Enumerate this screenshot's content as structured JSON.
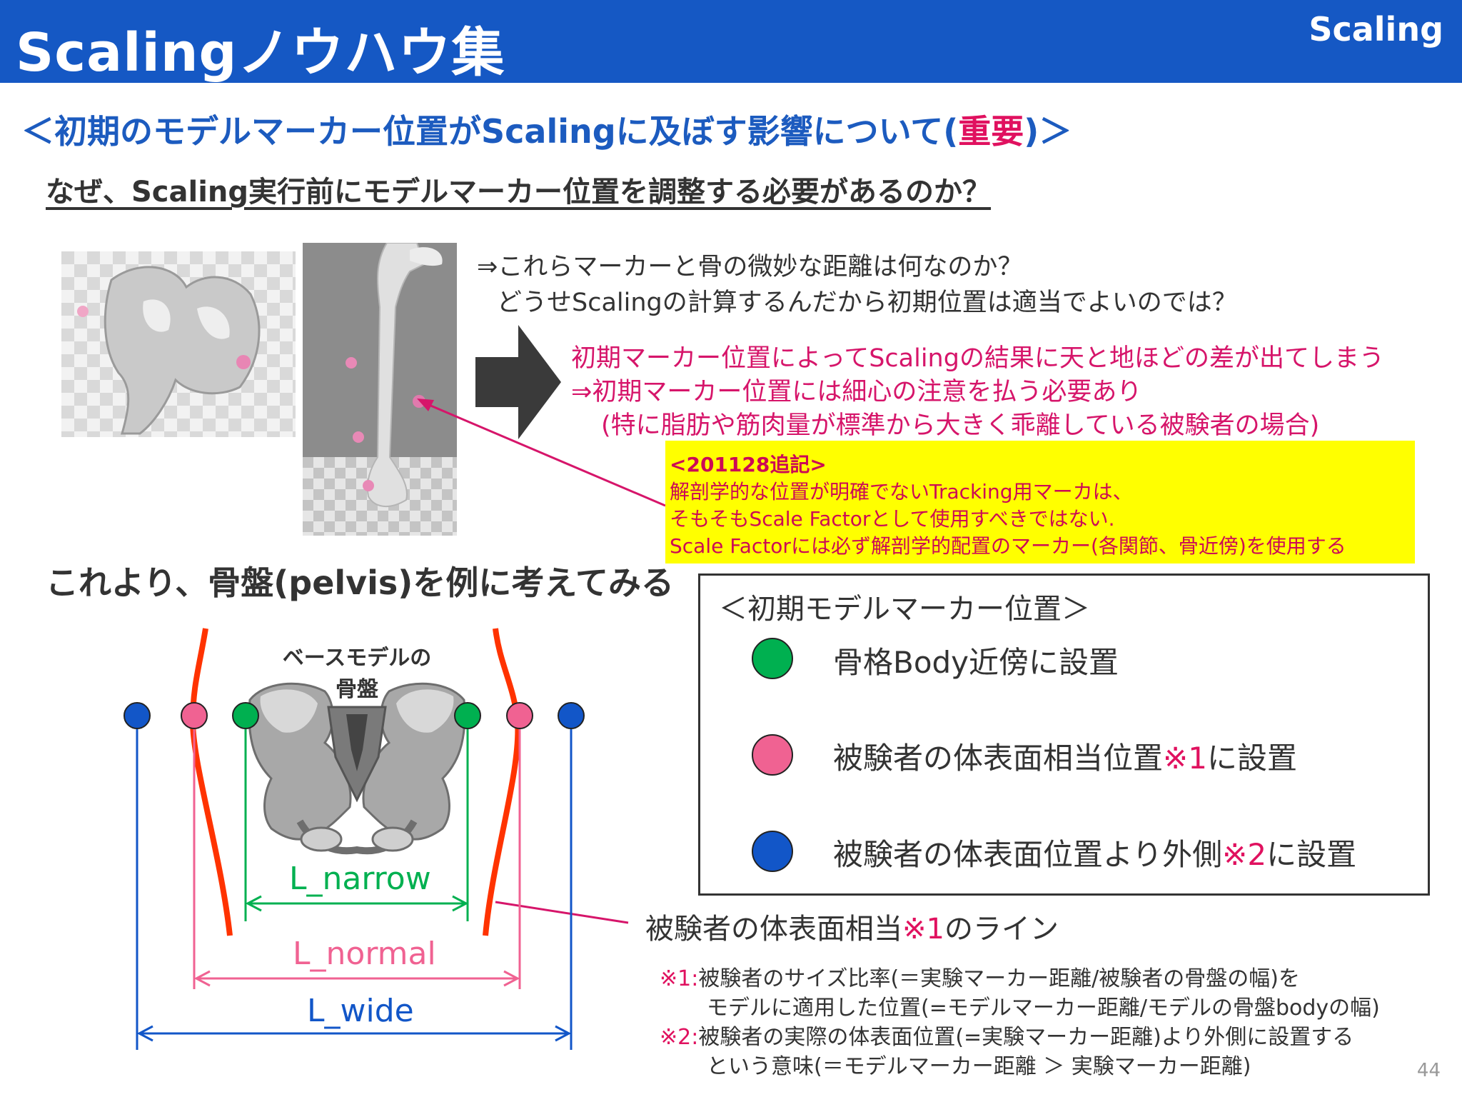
{
  "header": {
    "title": "Scalingノウハウ集",
    "tag": "Scaling"
  },
  "subtitle": {
    "prefix": "＜初期のモデルマーカー位置がScalingに及ぼす影響について(",
    "important": "重要",
    "suffix": ")＞"
  },
  "question": "なぜ、Scaling実行前にモデルマーカー位置を調整する必要があるのか？",
  "intro": {
    "line1": "⇒これらマーカーと骨の微妙な距離は何なのか？",
    "line2": "どうせScalingの計算するんだから初期位置は適当でよいのでは？"
  },
  "answer": {
    "line1": "初期マーカー位置によってScalingの結果に天と地ほどの差が出てしまう",
    "line2": "⇒初期マーカー位置には細心の注意を払う必要あり",
    "line3": "(特に脂肪や筋肉量が標準から大きく乖離している被験者の場合)"
  },
  "note": {
    "head": "<201128追記>",
    "line1": "解剖学的な位置が明確でないTracking用マーカは、",
    "line2": "そもそもScale Factorとして使用すべきではない.",
    "line3": "Scale Factorには必ず解剖学的配置のマーカー(各関節、骨近傍)を使用する"
  },
  "pelvis_title": "これより、骨盤(pelvis)を例に考えてみる",
  "diagram": {
    "base_label_line1": "ベースモデルの",
    "base_label_line2": "骨盤",
    "l_narrow": "L_narrow",
    "l_normal": "L_normal",
    "l_wide": "L_wide",
    "surface_line_prefix": "被験者の体表面相当",
    "surface_line_ref": "※1",
    "surface_line_suffix": "のライン"
  },
  "legend": {
    "title": "＜初期モデルマーカー位置＞",
    "items": [
      {
        "color": "#00b050",
        "text": "骨格Body近傍に設置",
        "ref": "",
        "suffix": ""
      },
      {
        "color": "#f06292",
        "text": "被験者の体表面相当位置",
        "ref": "※1",
        "suffix": "に設置"
      },
      {
        "color": "#1256c8",
        "text": "被験者の体表面位置より外側",
        "ref": "※2",
        "suffix": "に設置"
      }
    ]
  },
  "footnotes": {
    "n1_ref": "※1:",
    "n1_line1": "被験者のサイズ比率(＝実験マーカー距離/被験者の骨盤の幅)を",
    "n1_line2": "モデルに適用した位置(=モデルマーカー距離/モデルの骨盤bodyの幅)",
    "n2_ref": "※2:",
    "n2_line1": "被験者の実際の体表面位置(=実験マーカー距離)より外側に設置する",
    "n2_line2": "という意味(＝モデルマーカー距離 ＞ 実験マーカー距離)"
  },
  "page_number": "44",
  "colors": {
    "header_bg": "#1558c4",
    "accent_pink": "#e0115f",
    "green": "#00b050",
    "pink": "#f06292",
    "blue": "#1256c8",
    "red_line": "#ff3300",
    "note_bg": "#ffff00"
  }
}
